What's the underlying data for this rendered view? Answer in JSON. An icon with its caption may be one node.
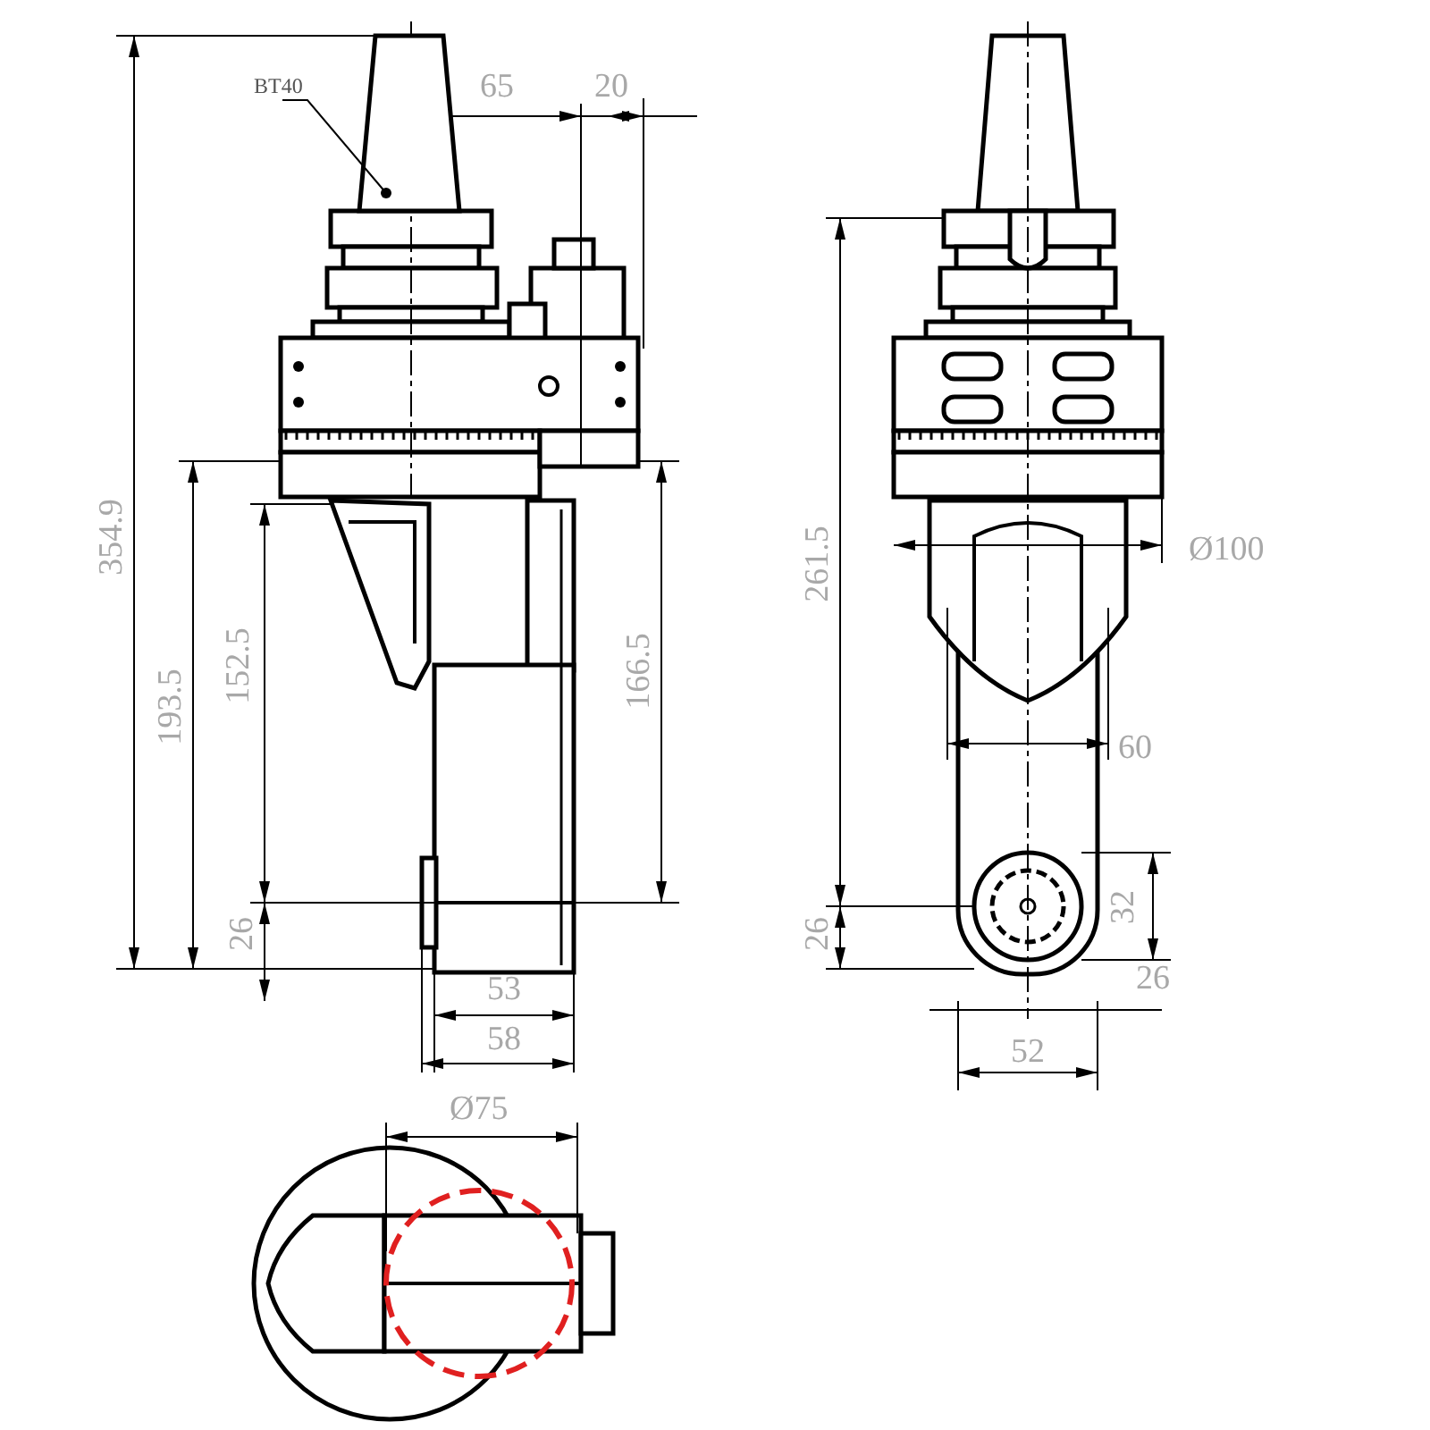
{
  "diagram": {
    "nodes": [
      {
        "text": [
          "BT40"
        ]
      },
      {
        "text": [],
        "shape": "picture"
      }
    ],
    "edges": [
      {
        "from": 0,
        "to": 1,
        "arrow": "other"
      }
    ],
    "labels": [
      "65",
      "20",
      "354.9",
      "193.5",
      "152.5",
      "166.5",
      "26",
      "53",
      "58",
      "261.5",
      "Ø100",
      "60",
      "32",
      "26",
      "26",
      "52",
      "Ø75"
    ]
  }
}
